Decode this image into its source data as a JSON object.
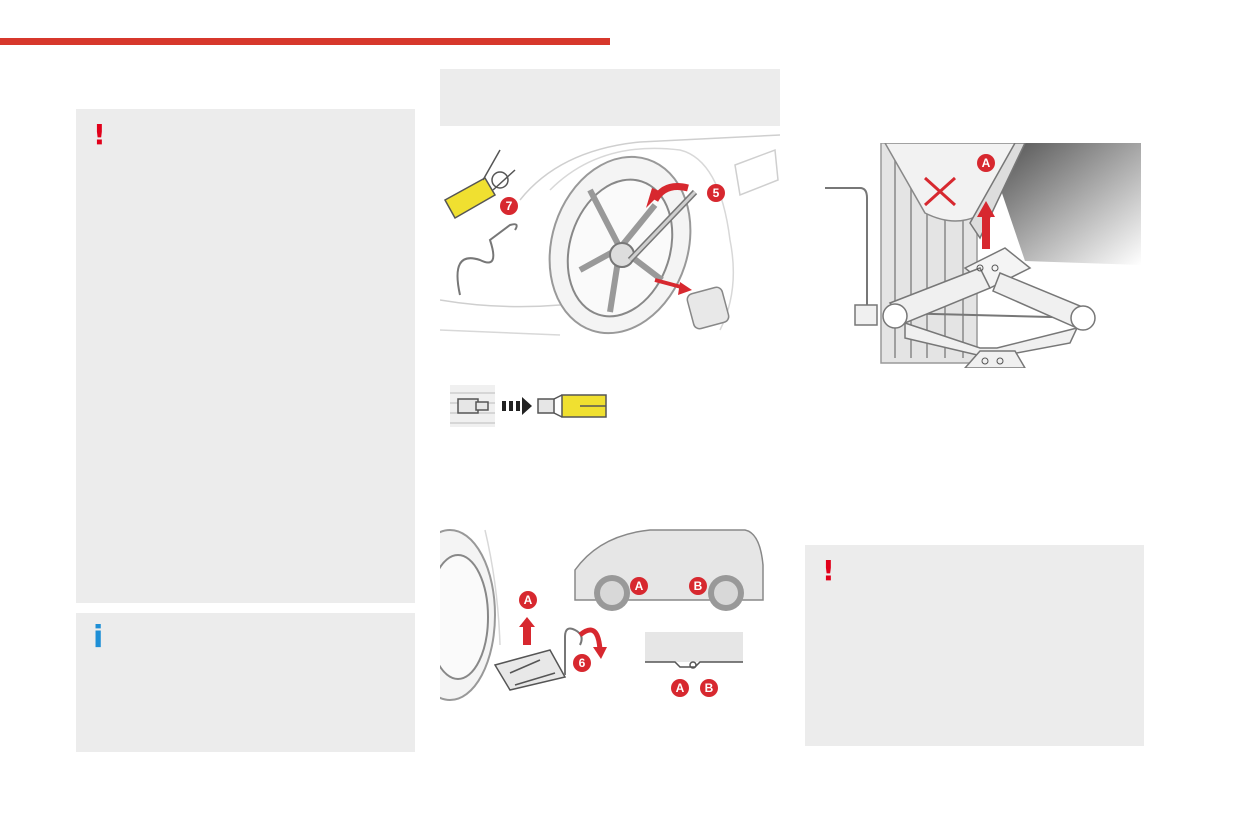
{
  "header": {
    "accent_color": "#d7382c"
  },
  "left_warning": {
    "icon": "exclamation-icon",
    "symbol": "!"
  },
  "left_info": {
    "icon": "info-icon",
    "symbol": "i"
  },
  "right_warning": {
    "icon": "exclamation-icon",
    "symbol": "!"
  },
  "fig_wheel": {
    "callouts": [
      "7",
      "5"
    ]
  },
  "fig_jack": {
    "callouts": [
      "A",
      "A",
      "B",
      "6",
      "A",
      "B"
    ]
  },
  "fig_jackpoint": {
    "callouts": [
      "A"
    ]
  },
  "colors": {
    "callout": "#d7282f",
    "tool_yellow": "#f0e030",
    "panel": "#ececec",
    "info": "#1e8fd6",
    "warning": "#e1001a"
  }
}
